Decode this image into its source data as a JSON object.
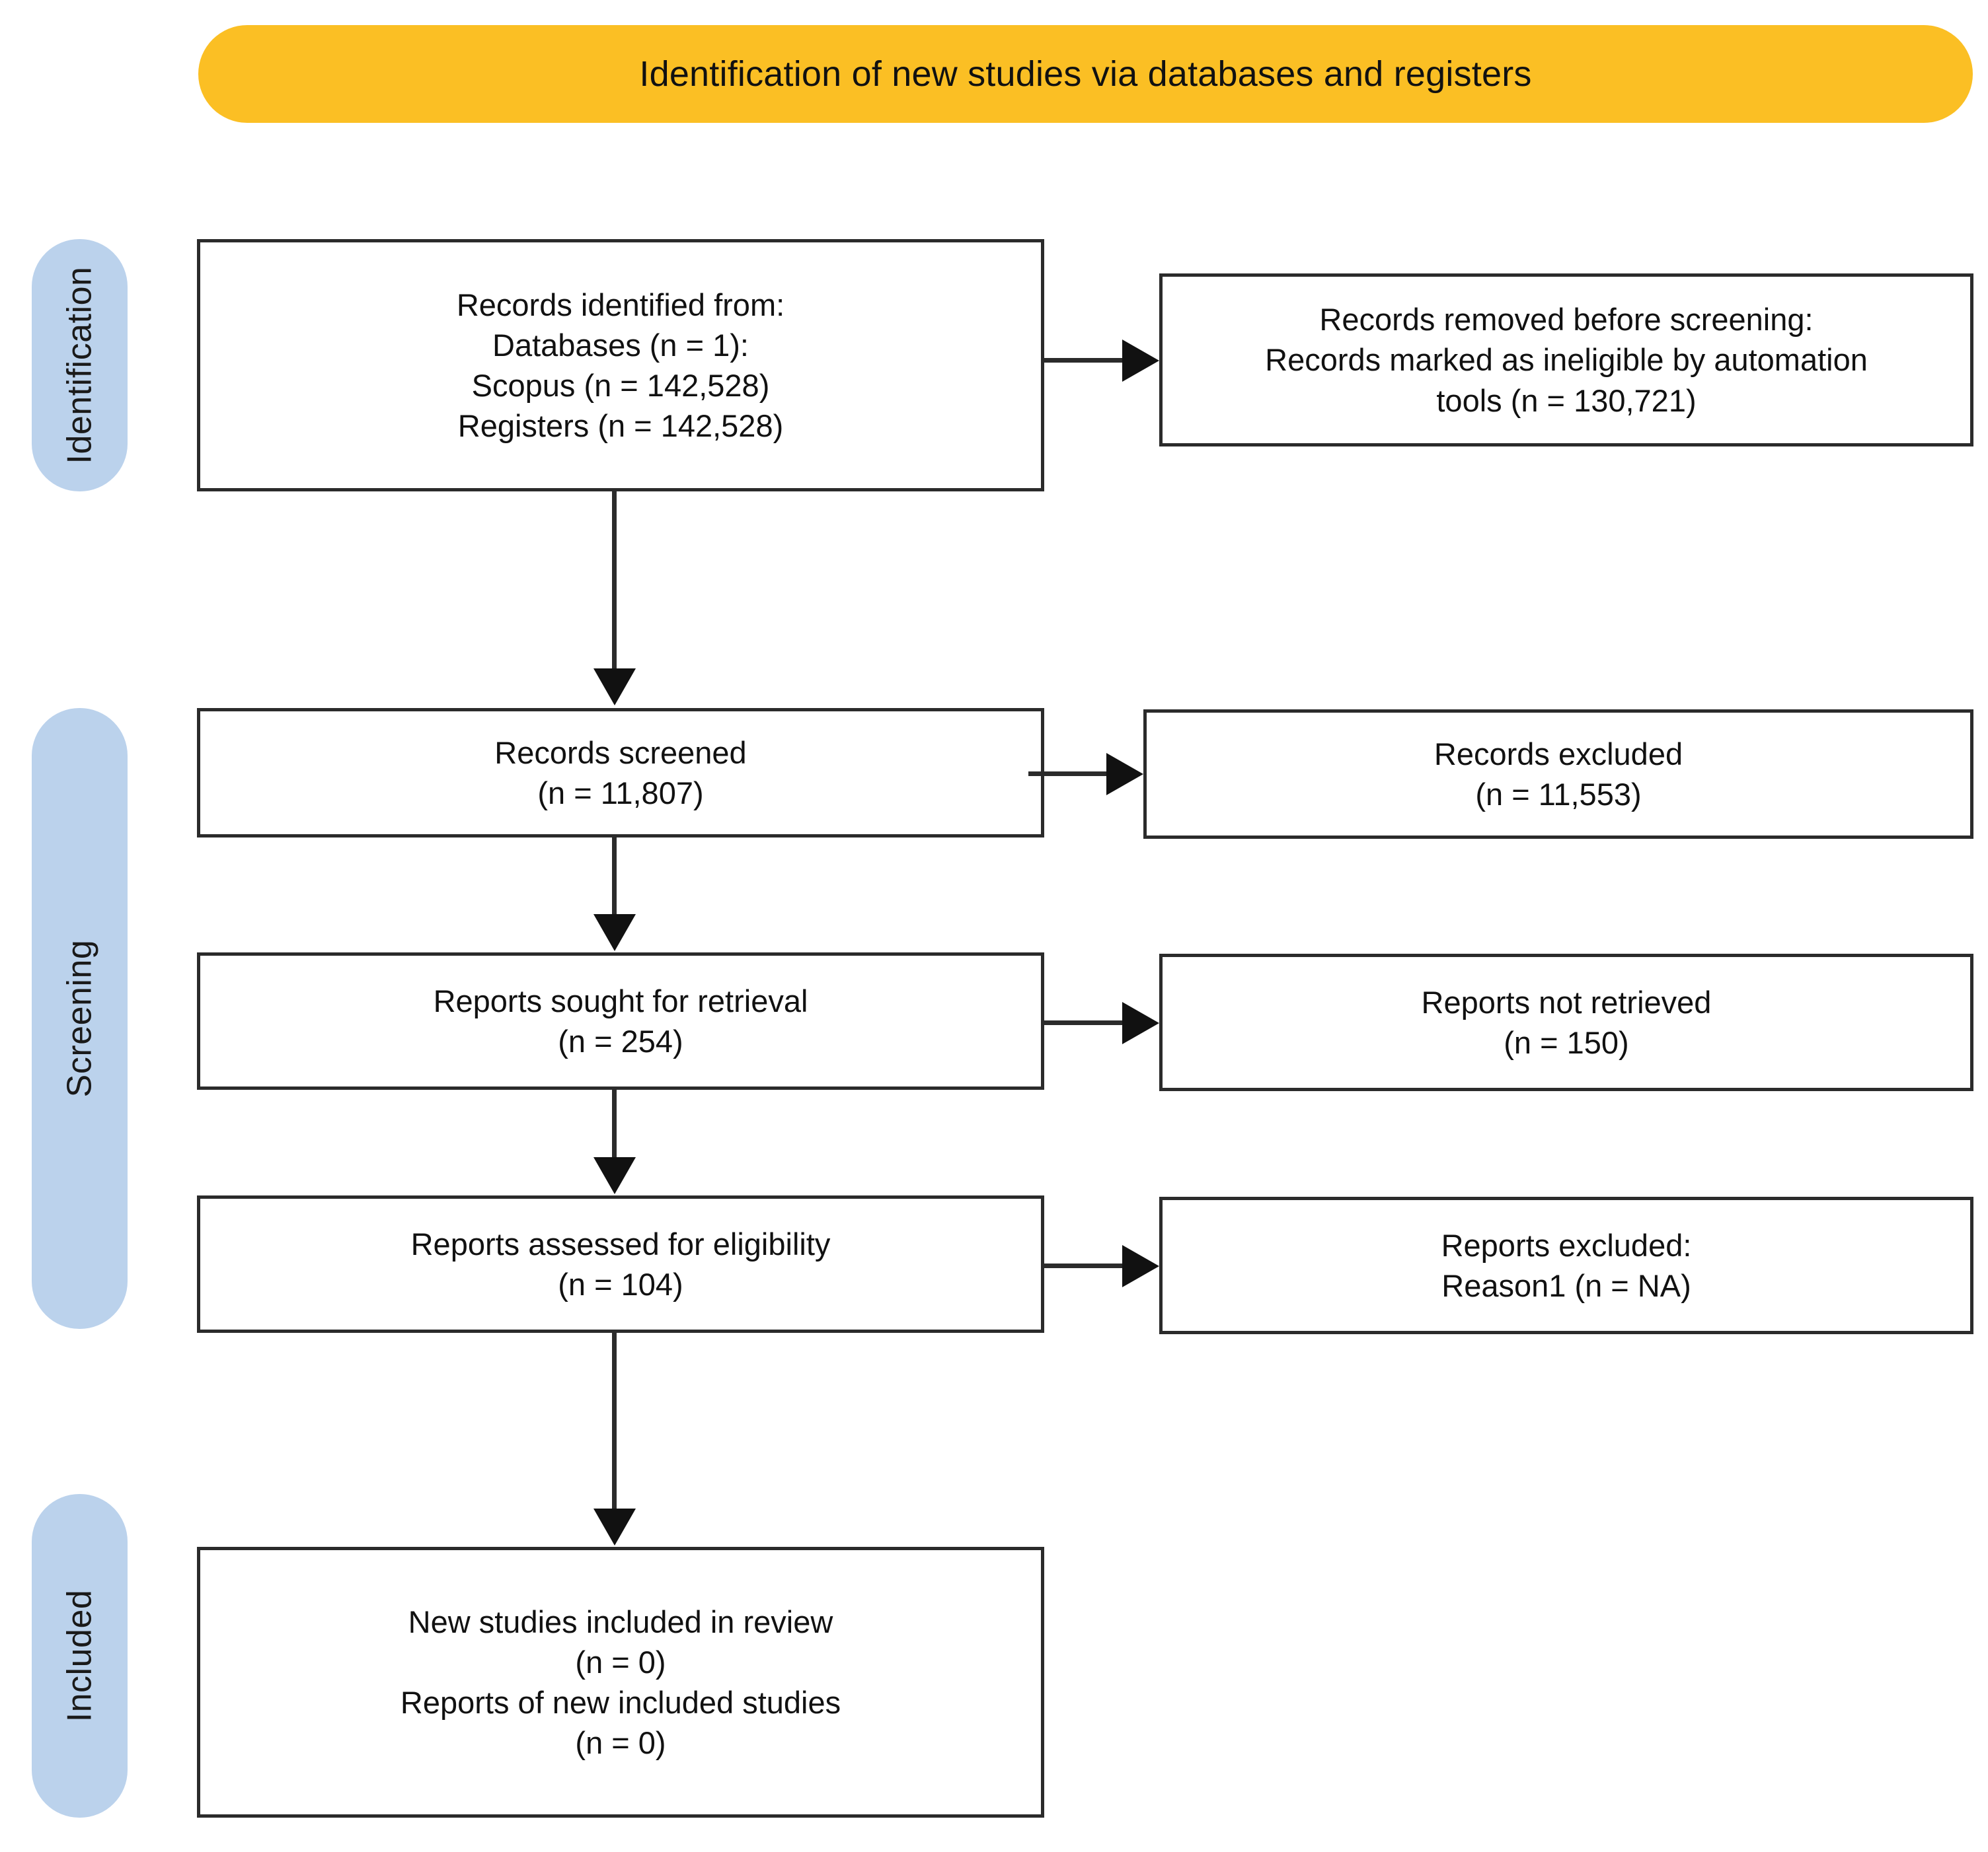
{
  "header": {
    "title": "Identification of new studies via databases and registers",
    "background_color": "#FBBF24"
  },
  "stages": {
    "accent_color": "#BBD2EC",
    "items": [
      {
        "id": "identification",
        "label": "Identification"
      },
      {
        "id": "screening",
        "label": "Screening"
      },
      {
        "id": "included",
        "label": "Included"
      }
    ]
  },
  "boxes": {
    "identified": {
      "lines": [
        "Records identified from:",
        "Databases (n = 1):",
        "Scopus (n = 142,528)",
        "Registers (n = 142,528)"
      ]
    },
    "removed": {
      "lines": [
        "Records removed before screening:",
        "Records marked as ineligible by automation",
        "tools (n = 130,721)"
      ]
    },
    "screened": {
      "lines": [
        "Records screened",
        "(n = 11,807)"
      ]
    },
    "excluded": {
      "lines": [
        "Records excluded",
        "(n = 11,553)"
      ]
    },
    "sought": {
      "lines": [
        "Reports sought for retrieval",
        "(n = 254)"
      ]
    },
    "not_retrieved": {
      "lines": [
        "Reports not retrieved",
        "(n = 150)"
      ]
    },
    "assessed": {
      "lines": [
        "Reports assessed for eligibility",
        "(n = 104)"
      ]
    },
    "reports_excluded": {
      "lines": [
        "Reports excluded:",
        "Reason1 (n = NA)"
      ]
    },
    "included": {
      "lines": [
        "New studies included in review",
        "(n = 0)",
        "Reports of new included studies",
        "(n = 0)"
      ]
    }
  },
  "chart_data": {
    "type": "diagram",
    "title": "Identification of new studies via databases and registers",
    "diagram_kind": "PRISMA 2020 flow diagram",
    "nodes": [
      {
        "id": "identified",
        "stage": "Identification",
        "column": "left",
        "text": "Records identified from: Databases (n = 1): Scopus (n = 142,528) Registers (n = 142,528)",
        "values": {
          "databases": 1,
          "scopus": 142528,
          "registers": 142528
        }
      },
      {
        "id": "removed",
        "stage": "Identification",
        "column": "right",
        "text": "Records removed before screening: Records marked as ineligible by automation tools (n = 130,721)",
        "values": {
          "automation_tools": 130721
        }
      },
      {
        "id": "screened",
        "stage": "Screening",
        "column": "left",
        "text": "Records screened (n = 11,807)",
        "values": {
          "n": 11807
        }
      },
      {
        "id": "excluded",
        "stage": "Screening",
        "column": "right",
        "text": "Records excluded (n = 11,553)",
        "values": {
          "n": 11553
        }
      },
      {
        "id": "sought",
        "stage": "Screening",
        "column": "left",
        "text": "Reports sought for retrieval (n = 254)",
        "values": {
          "n": 254
        }
      },
      {
        "id": "not_retrieved",
        "stage": "Screening",
        "column": "right",
        "text": "Reports not retrieved (n = 150)",
        "values": {
          "n": 150
        }
      },
      {
        "id": "assessed",
        "stage": "Screening",
        "column": "left",
        "text": "Reports assessed for eligibility (n = 104)",
        "values": {
          "n": 104
        }
      },
      {
        "id": "reports_excluded",
        "stage": "Screening",
        "column": "right",
        "text": "Reports excluded: Reason1 (n = NA)",
        "values": {
          "reason1": "NA"
        }
      },
      {
        "id": "included",
        "stage": "Included",
        "column": "left",
        "text": "New studies included in review (n = 0) Reports of new included studies (n = 0)",
        "values": {
          "new_studies": 0,
          "reports_of_new_studies": 0
        }
      }
    ],
    "edges": [
      {
        "from": "identified",
        "to": "removed",
        "direction": "right"
      },
      {
        "from": "identified",
        "to": "screened",
        "direction": "down"
      },
      {
        "from": "screened",
        "to": "excluded",
        "direction": "right"
      },
      {
        "from": "screened",
        "to": "sought",
        "direction": "down"
      },
      {
        "from": "sought",
        "to": "not_retrieved",
        "direction": "right"
      },
      {
        "from": "sought",
        "to": "assessed",
        "direction": "down"
      },
      {
        "from": "assessed",
        "to": "reports_excluded",
        "direction": "right"
      },
      {
        "from": "assessed",
        "to": "included",
        "direction": "down"
      }
    ]
  }
}
